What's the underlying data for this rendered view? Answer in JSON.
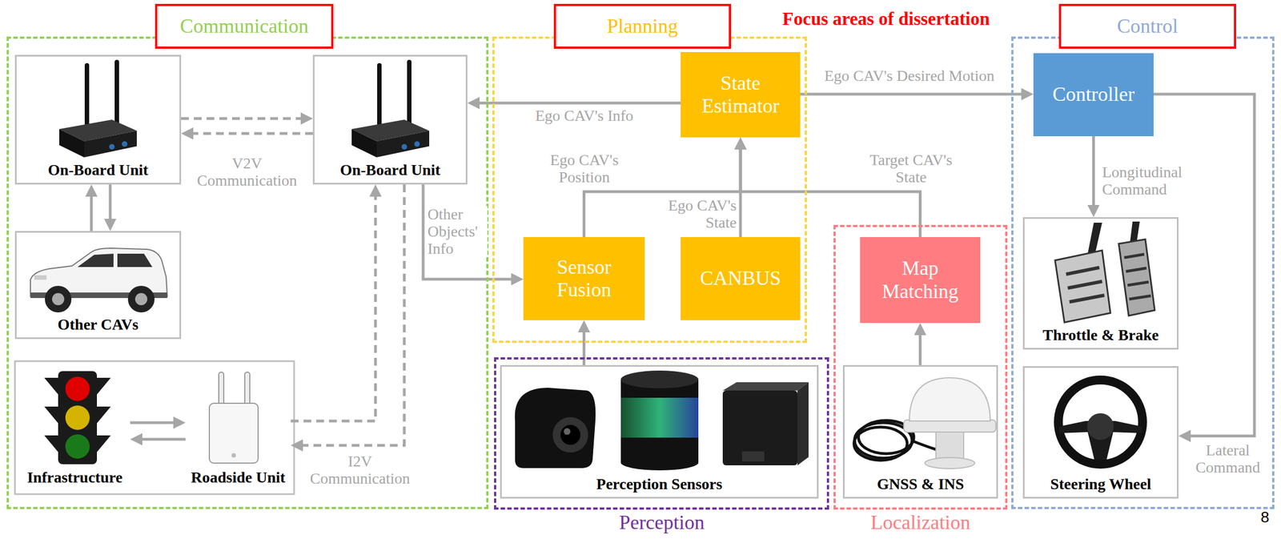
{
  "diagram": {
    "nodes": [
      {
        "text": [
          "Communication"
        ]
      },
      {
        "text": [
          "On-Board Unit"
        ],
        "in": 0
      },
      {
        "text": [
          "Other CAVs"
        ],
        "in": 0
      },
      {
        "text": [
          "On-Board Unit"
        ],
        "in": 0
      },
      {
        "text": [
          "Infrastructure"
        ],
        "in": 0
      },
      {
        "text": [
          "Roadside Unit"
        ],
        "in": 0
      },
      {
        "text": [
          "Planning"
        ]
      },
      {
        "text": [
          "State Estimator"
        ],
        "in": 6
      },
      {
        "text": [
          "Sensor Fusion"
        ],
        "in": 6
      },
      {
        "text": [
          "CANBUS"
        ],
        "in": 6
      },
      {
        "text": [
          "Perception"
        ]
      },
      {
        "text": [
          "Perception Sensors"
        ],
        "in": 10
      },
      {
        "text": [
          "Localization"
        ]
      },
      {
        "text": [
          "Map Matching"
        ],
        "in": 12
      },
      {
        "text": [
          "GNSS & INS"
        ],
        "in": 12
      },
      {
        "text": [
          "Control"
        ]
      },
      {
        "text": [
          "Controller"
        ],
        "in": 15
      },
      {
        "text": [
          "Throttle & Brake"
        ],
        "in": 15
      },
      {
        "text": [
          "Steering Wheel"
        ],
        "in": 15
      }
    ],
    "edges": [
      {
        "from": 1,
        "to": 2,
        "arrow": "to"
      },
      {
        "from": 2,
        "to": 1,
        "arrow": "to"
      },
      {
        "from": 1,
        "to": 3,
        "arrow": "to"
      },
      {
        "from": 3,
        "to": 1,
        "label": "V2V Communication",
        "arrow": "to"
      },
      {
        "from": 4,
        "to": 5,
        "arrow": "to"
      },
      {
        "from": 5,
        "to": 4,
        "arrow": "to"
      },
      {
        "from": 3,
        "to": 5,
        "label": "I2V Communication",
        "arrow": "to"
      },
      {
        "from": 5,
        "to": 3,
        "arrow": "to"
      },
      {
        "from": 7,
        "to": 3,
        "label": "Ego CAV's Info",
        "arrow": "to"
      },
      {
        "from": 3,
        "to": 8,
        "label": "Other Objects' Info",
        "arrow": "to"
      },
      {
        "from": 7,
        "to": 16,
        "label": "Ego CAV's Desired Motion",
        "arrow": "to"
      },
      {
        "from": 8,
        "to": 7,
        "label": "Ego CAV's Position",
        "arrow": "to"
      },
      {
        "from": 9,
        "to": 7,
        "label": "Ego CAV's State",
        "arrow": "to"
      },
      {
        "from": 13,
        "to": 7,
        "label": "Target CAV's State",
        "arrow": "to"
      },
      {
        "from": 11,
        "to": 8,
        "arrow": "to"
      },
      {
        "from": 14,
        "to": 13,
        "arrow": "to"
      },
      {
        "from": 16,
        "to": 17,
        "label": "Longitudinal Command",
        "arrow": "to"
      },
      {
        "from": 16,
        "to": 18,
        "label": "Lateral Command",
        "arrow": "to"
      }
    ],
    "labels": [
      "Focus areas of dissertation",
      "8"
    ]
  }
}
